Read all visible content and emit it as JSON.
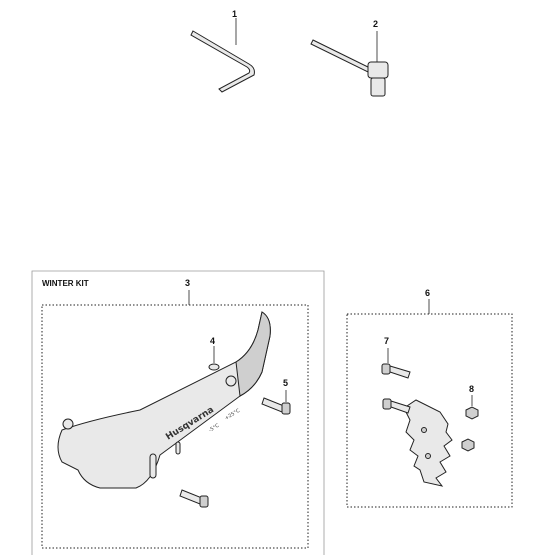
{
  "callouts": {
    "c1": "1",
    "c2": "2",
    "c3": "3",
    "c4": "4",
    "c5": "5",
    "c6": "6",
    "c7": "7",
    "c8": "8"
  },
  "winter_kit": {
    "title": "WINTER KIT",
    "brand_text": "Husqvarna",
    "temp_cold": "-5°C",
    "temp_warm": "+25°C"
  }
}
